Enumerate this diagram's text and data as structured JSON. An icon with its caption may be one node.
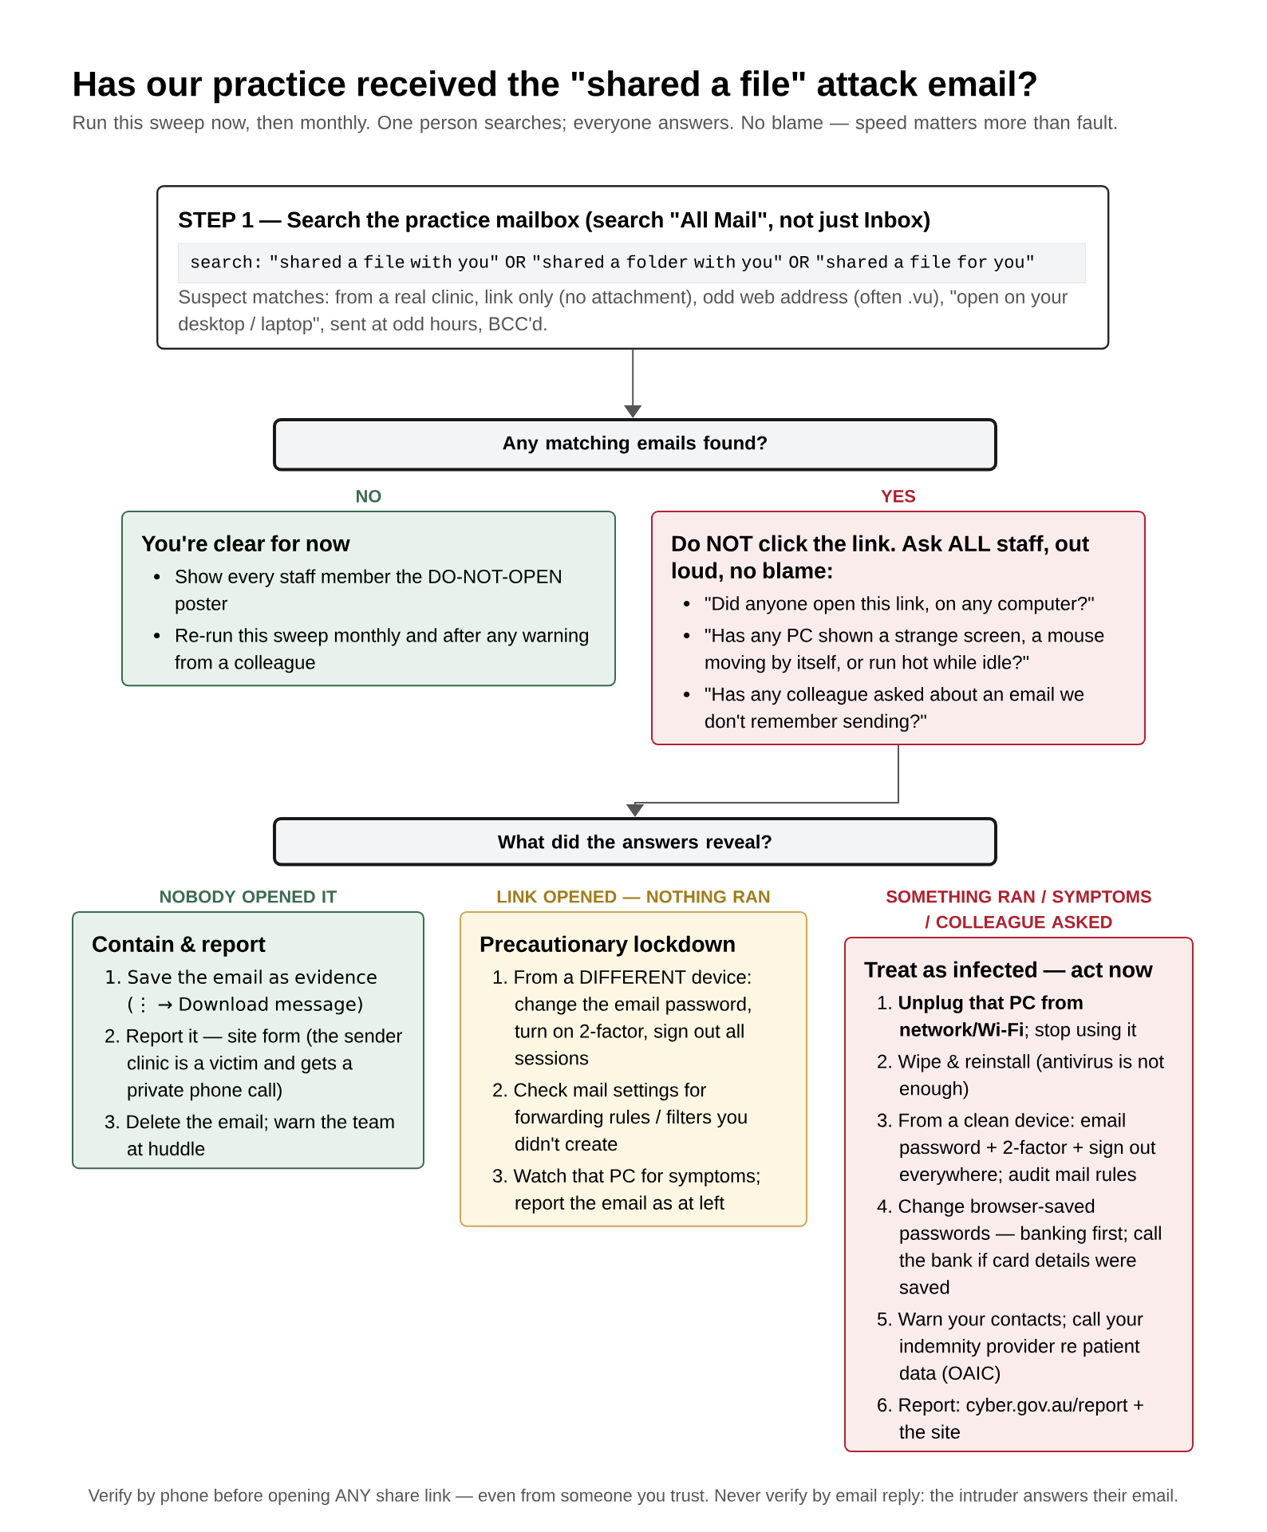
{
  "diagram": {
    "title": "Has our practice received the \"shared a file\" attack email?",
    "caption": "Verify by phone before opening ANY share link — even from someone you trust. Never verify by email reply: the intruder answers their email.",
    "labels": [
      "Run this sweep now, then monthly. One person searches; everyone answers. No blame — speed matters more than fault."
    ],
    "nodes": [
      {
        "text": [
          "STEP 1 — Search the practice mailbox (search \"All Mail\", not just Inbox)",
          "search:  \"shared a file with you\" OR \"shared a folder with you\" OR \"shared a file for you\"",
          "Suspect matches: from a real clinic, link only (no attachment), odd web address (often .vu), \"open on your desktop / laptop\", sent at odd hours, BCC'd."
        ]
      },
      {
        "text": [
          "Any matching emails found?"
        ]
      },
      {
        "text": [
          "NO",
          "You're clear for now",
          "Show every staff member the DO-NOT-OPEN poster",
          "Re-run this sweep monthly and after any warning from a colleague"
        ]
      },
      {
        "text": [
          "YES",
          "Do NOT click the link. Ask ALL staff, out loud, no blame:",
          "\"Did anyone open this link, on any computer?\"",
          "\"Has any PC shown a strange screen, a mouse moving by itself, or run hot while idle?\"",
          "\"Has any colleague asked about an email we don't remember sending?\""
        ]
      },
      {
        "text": [
          "What did the answers reveal?"
        ]
      },
      {
        "text": [
          "NOBODY OPENED IT",
          "Contain & report",
          "1. Save the email as evidence (⋮ → Download message)",
          "2. Report it — site form (the sender clinic is a victim and gets a private phone call)",
          "3. Delete the email; warn the team at huddle"
        ]
      },
      {
        "text": [
          "LINK OPENED — NOTHING RAN",
          "Precautionary lockdown",
          "1. From a DIFFERENT device: change the email password, turn on 2-factor, sign out all sessions",
          "2. Check mail settings for forwarding rules / filters you didn't create",
          "3. Watch that PC for symptoms; report the email as at left"
        ]
      },
      {
        "text": [
          "SOMETHING RAN / SYMPTOMS / COLLEAGUE ASKED",
          "Treat as infected — act now",
          "1. **Unplug that PC from network/Wi-Fi**; stop using it",
          "2. Wipe & reinstall (antivirus is not enough)",
          "3. From a clean device: email password + 2-factor + sign out everywhere; audit mail rules",
          "4. Change browser-saved passwords — banking first; call the bank if card details were saved",
          "5. Warn your contacts; call your indemnity provider re patient data (OAIC)",
          "6. Report: cyber.gov.au/report + the site"
        ]
      }
    ],
    "edges": [
      {
        "from": 0,
        "to": 1,
        "arrow": "to"
      },
      {
        "from": 3,
        "to": 4,
        "arrow": "to"
      }
    ]
  }
}
